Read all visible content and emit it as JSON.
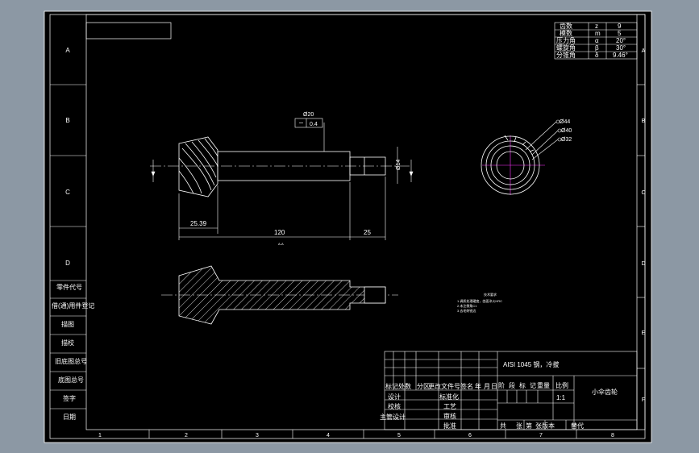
{
  "zone_letters": [
    "A",
    "B",
    "C",
    "D",
    "E",
    "F"
  ],
  "zone_numbers": [
    "1",
    "2",
    "3",
    "4",
    "5",
    "6",
    "7",
    "8"
  ],
  "params": [
    {
      "name": "齿数",
      "sym": "z",
      "val": "9"
    },
    {
      "name": "模数",
      "sym": "m",
      "val": "5"
    },
    {
      "name": "压力角",
      "sym": "α",
      "val": "20°"
    },
    {
      "name": "螺旋角",
      "sym": "β",
      "val": "30°"
    },
    {
      "name": "分锥角",
      "sym": "δ",
      "val": "9.46°"
    }
  ],
  "dims": {
    "d20": "Ø20",
    "tol": "0.4",
    "d14": "Ø14",
    "len1": "25.39",
    "len2": "120",
    "len3": "25",
    "section": "A-A",
    "c44": "Ø44",
    "c40": "Ø40",
    "c32": "Ø32"
  },
  "tech": {
    "title": "技术要求",
    "lines": [
      "1.调质处理硬度，齿面淬火HRC",
      "2.未注倒角C1",
      "3.去毛刺锐边"
    ]
  },
  "side_labels": [
    "零件代号",
    "借(通)用件登记",
    "描图",
    "描校",
    "旧底图总号",
    "底图总号",
    "签字",
    "日期"
  ],
  "title_block": {
    "material": "AISI 1045 钢，冷拔",
    "header": [
      "标记",
      "处数",
      "分区",
      "更改文件号",
      "签名",
      "年",
      "月",
      "日"
    ],
    "stage_header": [
      "阶",
      "段",
      "标",
      "记",
      "重量",
      "比例"
    ],
    "scale": "1:1",
    "part_name": "小伞齿轮",
    "rows": [
      "设计",
      "校核",
      "主管设计"
    ],
    "rows2": [
      "标准化",
      "工艺",
      "审核",
      "批准"
    ],
    "footer": [
      "共",
      "张",
      "第",
      "张",
      "版本",
      "替代"
    ]
  }
}
